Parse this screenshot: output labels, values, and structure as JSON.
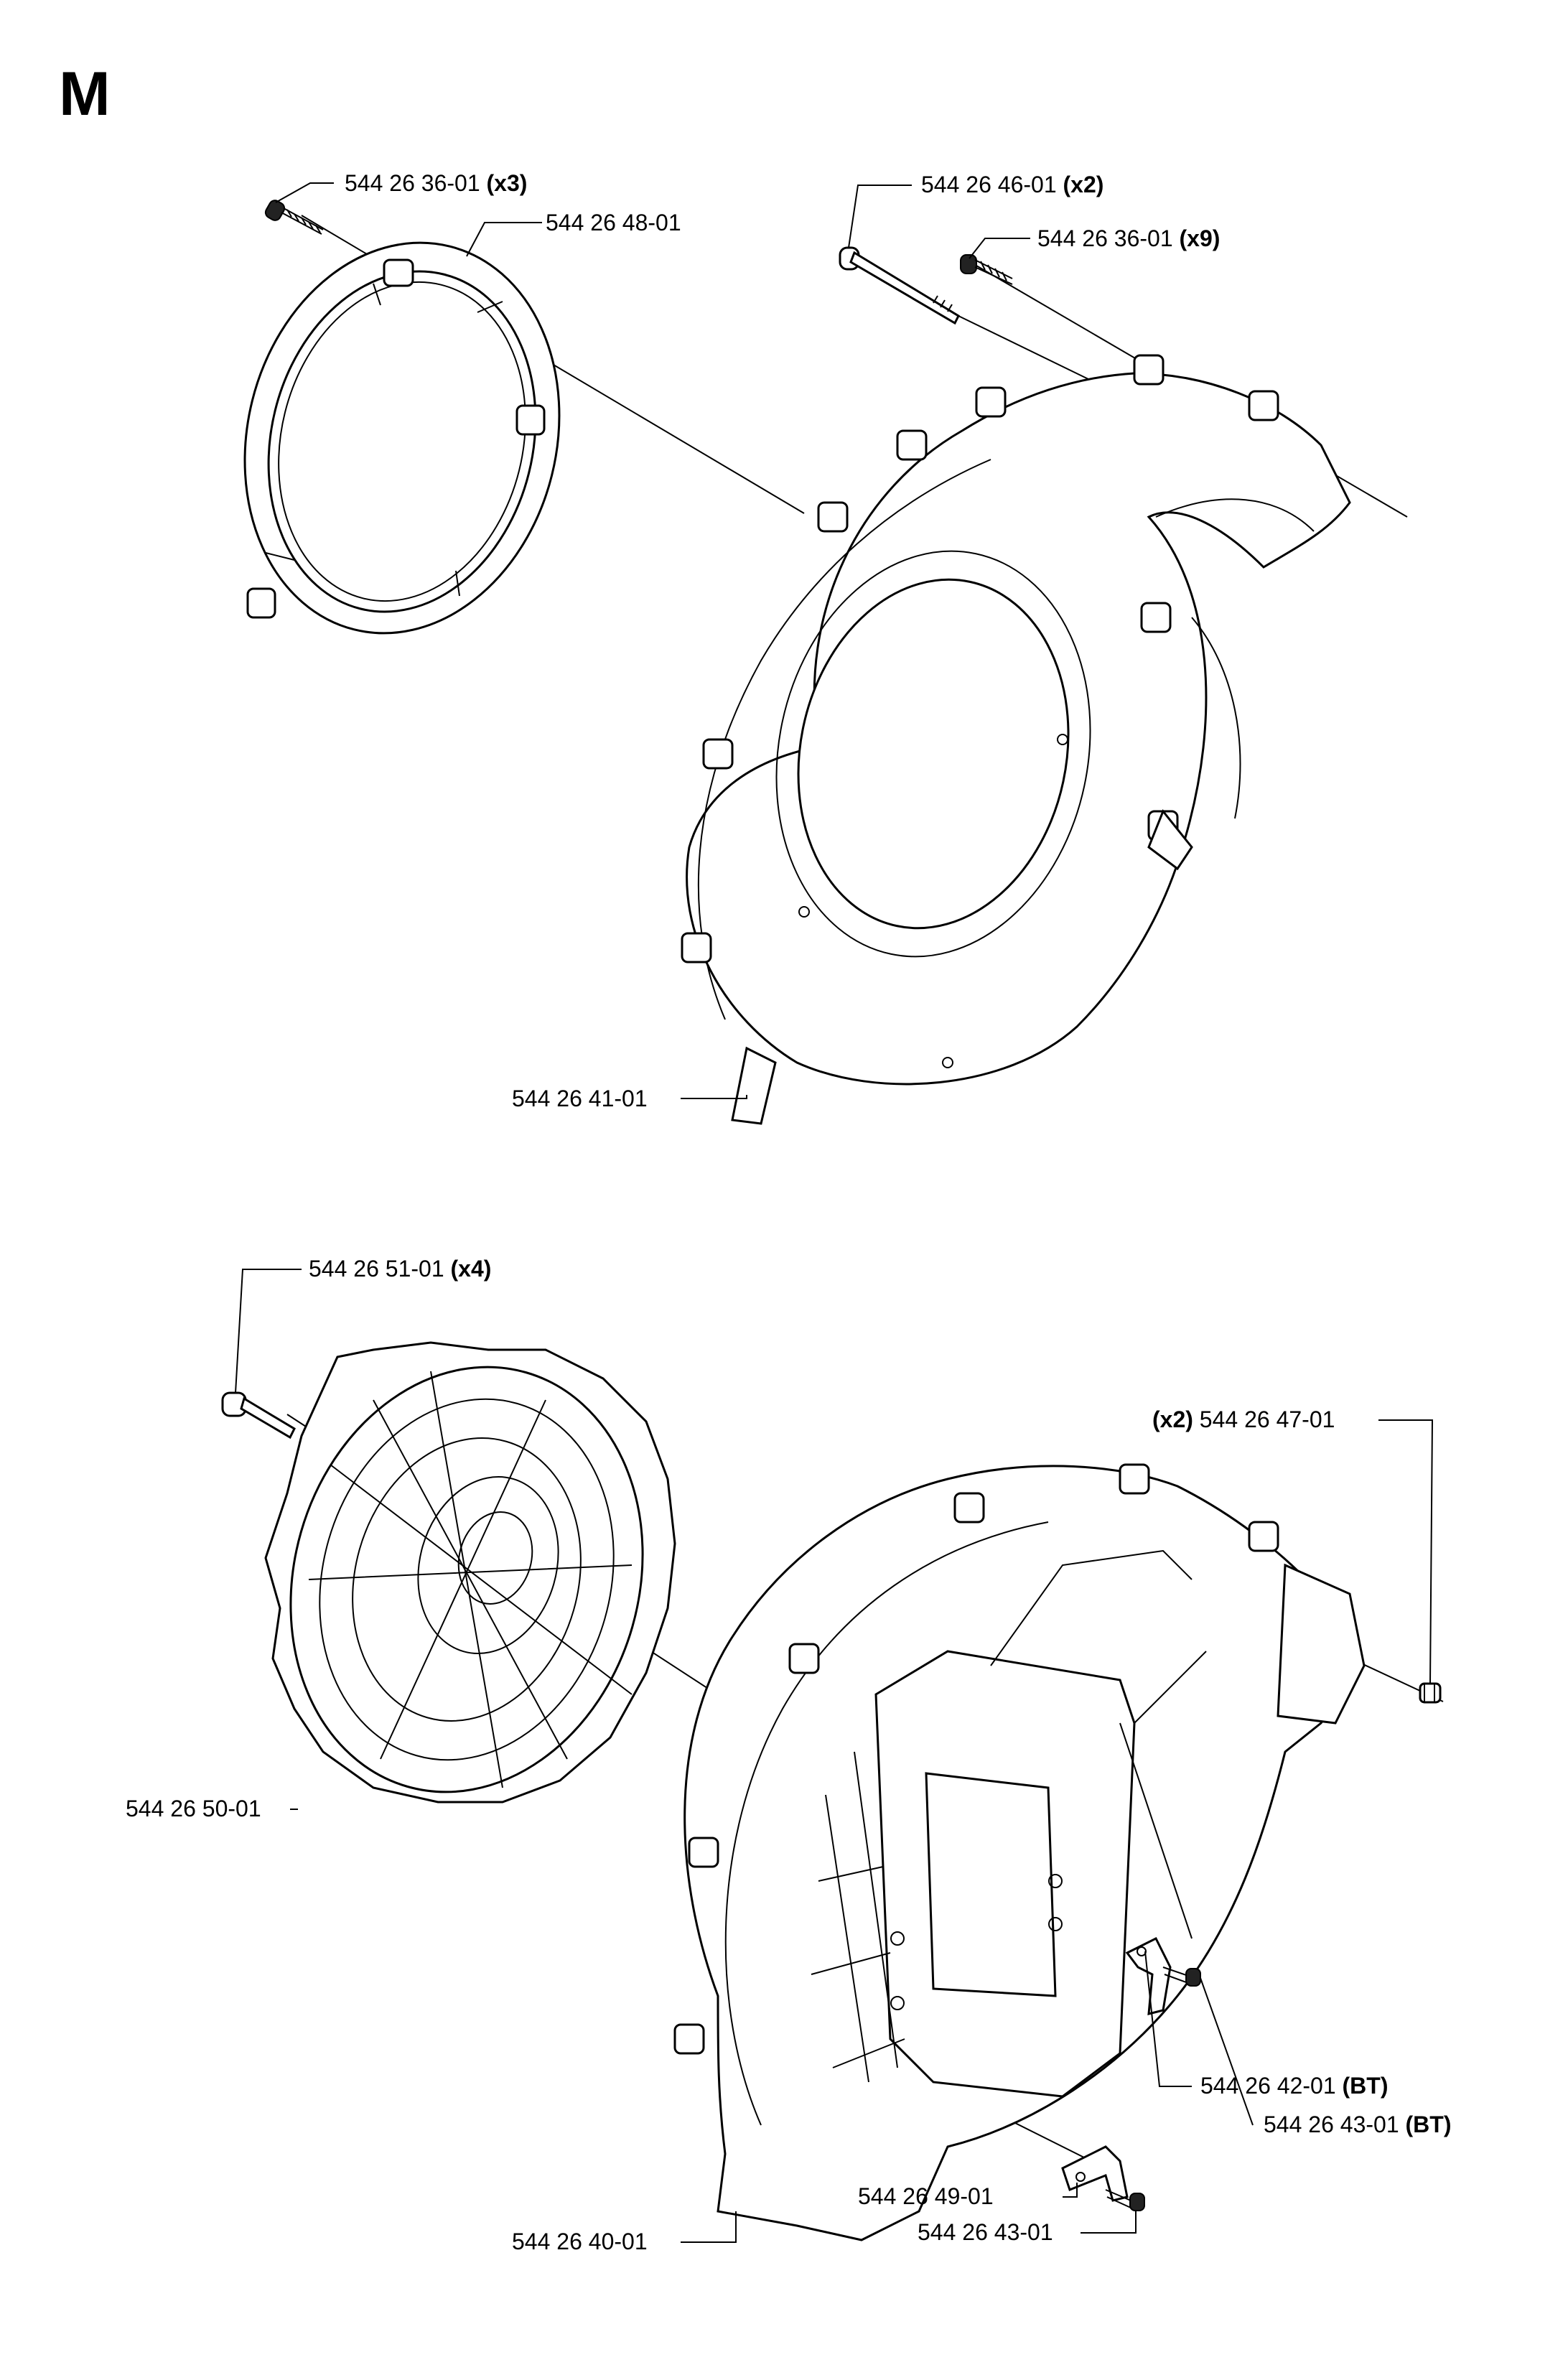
{
  "section_letter": "M",
  "callouts": [
    {
      "id": "screw-top-left",
      "part_number": "544 26 36-01",
      "qty": "(x3)"
    },
    {
      "id": "ring-cover",
      "part_number": "544 26 48-01",
      "qty": ""
    },
    {
      "id": "long-bolt",
      "part_number": "544 26 46-01",
      "qty": "(x2)"
    },
    {
      "id": "screw-top-right",
      "part_number": "544 26 36-01",
      "qty": "(x9)"
    },
    {
      "id": "fan-housing-cover",
      "part_number": "544 26 41-01",
      "qty": ""
    },
    {
      "id": "fan-bolt",
      "part_number": "544 26 51-01",
      "qty": "(x4)"
    },
    {
      "id": "nut",
      "part_number": "544 26 47-01",
      "qty": "(x2)",
      "qty_first": true
    },
    {
      "id": "fan-wheel",
      "part_number": "544 26 50-01",
      "qty": ""
    },
    {
      "id": "clamp-bt",
      "part_number": "544 26 42-01",
      "qty": "(BT)"
    },
    {
      "id": "screw-bt",
      "part_number": "544 26 43-01",
      "qty": "(BT)"
    },
    {
      "id": "fan-housing",
      "part_number": "544 26 40-01",
      "qty": ""
    },
    {
      "id": "clamp",
      "part_number": "544 26 49-01",
      "qty": ""
    },
    {
      "id": "screw-clamp",
      "part_number": "544 26 43-01",
      "qty": ""
    }
  ]
}
